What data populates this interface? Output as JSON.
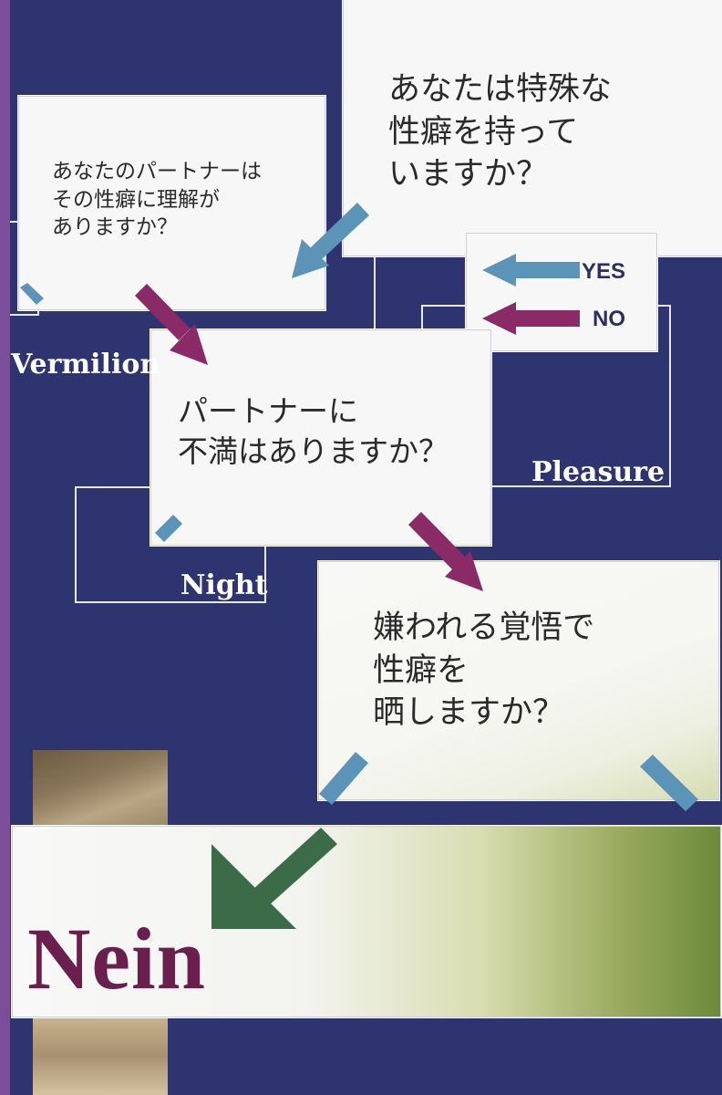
{
  "questions": {
    "q1": "あなたは特殊な\n性癖を持って\nいますか？",
    "q2": "あなたのパートナーは\nその性癖に理解が\nありますか？",
    "q3": "パートナーに\n不満はありますか？",
    "q4": "嫌われる覚悟で\n性癖を\n晒しますか？"
  },
  "legend": {
    "yes": "YES",
    "no": "NO"
  },
  "tags": {
    "vermilion": "Vermilion",
    "pleasure": "Pleasure",
    "night": "Night"
  },
  "result": "Nein",
  "colors": {
    "background": "#2e3470",
    "yes_arrow": "#5b94b8",
    "no_arrow": "#8a2a66",
    "result_arrow": "#3c6b4a",
    "result_text": "#6a1f4f",
    "accent_strip": "#7a4e98"
  }
}
